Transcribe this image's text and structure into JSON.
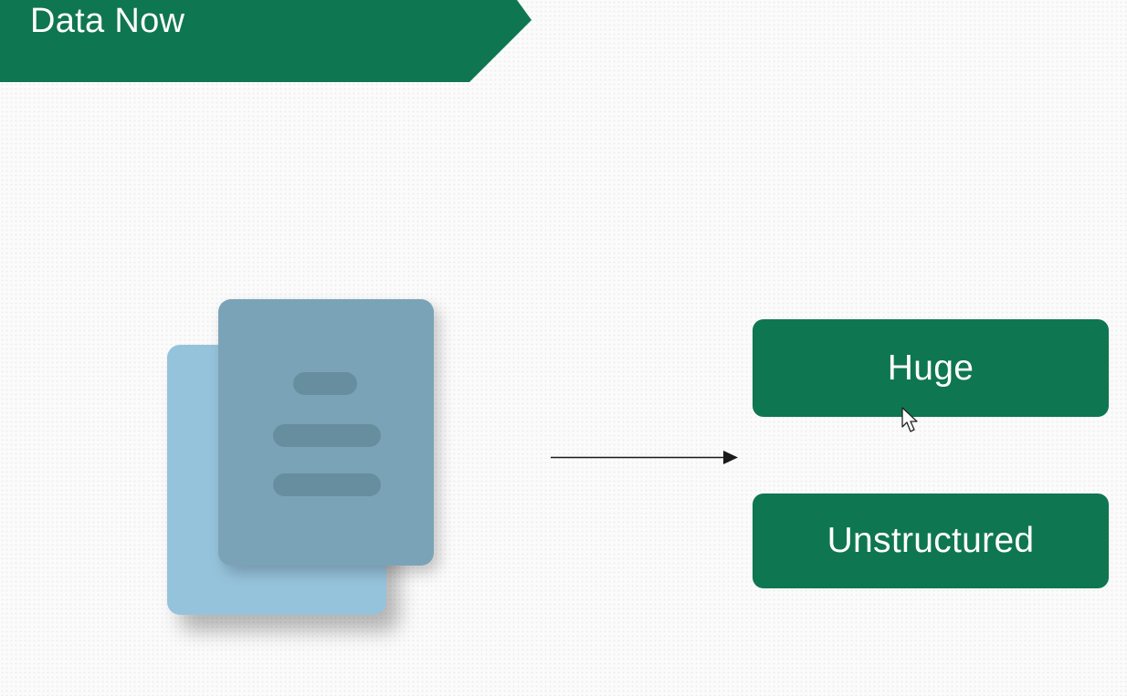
{
  "title": "Data Now",
  "boxes": {
    "huge": "Huge",
    "unstructured": "Unstructured"
  },
  "icons": {
    "document": "stacked-documents-icon",
    "arrow": "right-arrow-icon",
    "cursor": "mouse-pointer-icon"
  },
  "colors": {
    "brand_green": "#0f7652",
    "doc_back": "#96c3dc",
    "doc_front": "#7aa3b7",
    "doc_lines": "#668e9f",
    "arrow": "#1a1a1a"
  }
}
